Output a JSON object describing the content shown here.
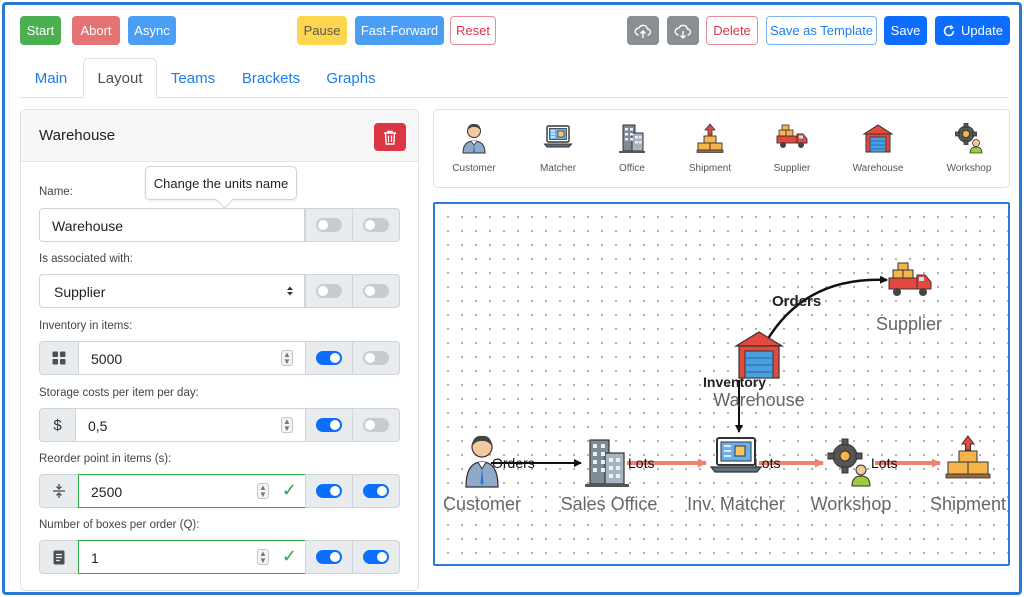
{
  "toolbar": {
    "start": "Start",
    "abort": "Abort",
    "async": "Async",
    "pause": "Pause",
    "fast_forward": "Fast-Forward",
    "reset": "Reset",
    "delete": "Delete",
    "save_template": "Save as Template",
    "save": "Save",
    "update": "Update"
  },
  "tabs": [
    "Main",
    "Layout",
    "Teams",
    "Brackets",
    "Graphs"
  ],
  "panel": {
    "title": "Warehouse",
    "tooltip": "Change the units name",
    "fields": {
      "name": {
        "label": "Name:",
        "value": "Warehouse"
      },
      "assoc": {
        "label": "Is associated with:",
        "value": "Supplier"
      },
      "inventory": {
        "label": "Inventory in items:",
        "value": "5000"
      },
      "storage": {
        "label": "Storage costs per item per day:",
        "value": "0,5",
        "prefix": "$"
      },
      "reorder": {
        "label": "Reorder point in items (s):",
        "value": "2500"
      },
      "boxes": {
        "label": "Number of boxes per order (Q):",
        "value": "1"
      }
    },
    "toggles": {
      "name": [
        false,
        false
      ],
      "assoc": [
        false,
        false
      ],
      "inventory": [
        true,
        false
      ],
      "storage": [
        true,
        false
      ],
      "reorder": [
        true,
        true
      ],
      "boxes": [
        true,
        true
      ]
    }
  },
  "palette": [
    "Customer",
    "Matcher",
    "Office",
    "Shipment",
    "Supplier",
    "Warehouse",
    "Workshop"
  ],
  "diagram": {
    "nodes": {
      "customer": "Customer",
      "sales_office": "Sales Office",
      "inv_matcher": "Inv. Matcher",
      "workshop": "Workshop",
      "shipment": "Shipment",
      "warehouse": "Warehouse",
      "supplier": "Supplier"
    },
    "edges": {
      "orders1": "Orders",
      "lots1": "Lots",
      "lots2": "Lots",
      "lots3": "Lots",
      "inventory": "Inventory",
      "orders2": "Orders"
    }
  },
  "colors": {
    "accent": "#0d6efd",
    "danger": "#dc3545",
    "success": "#28a745",
    "lots_arrow": "#f08070"
  }
}
